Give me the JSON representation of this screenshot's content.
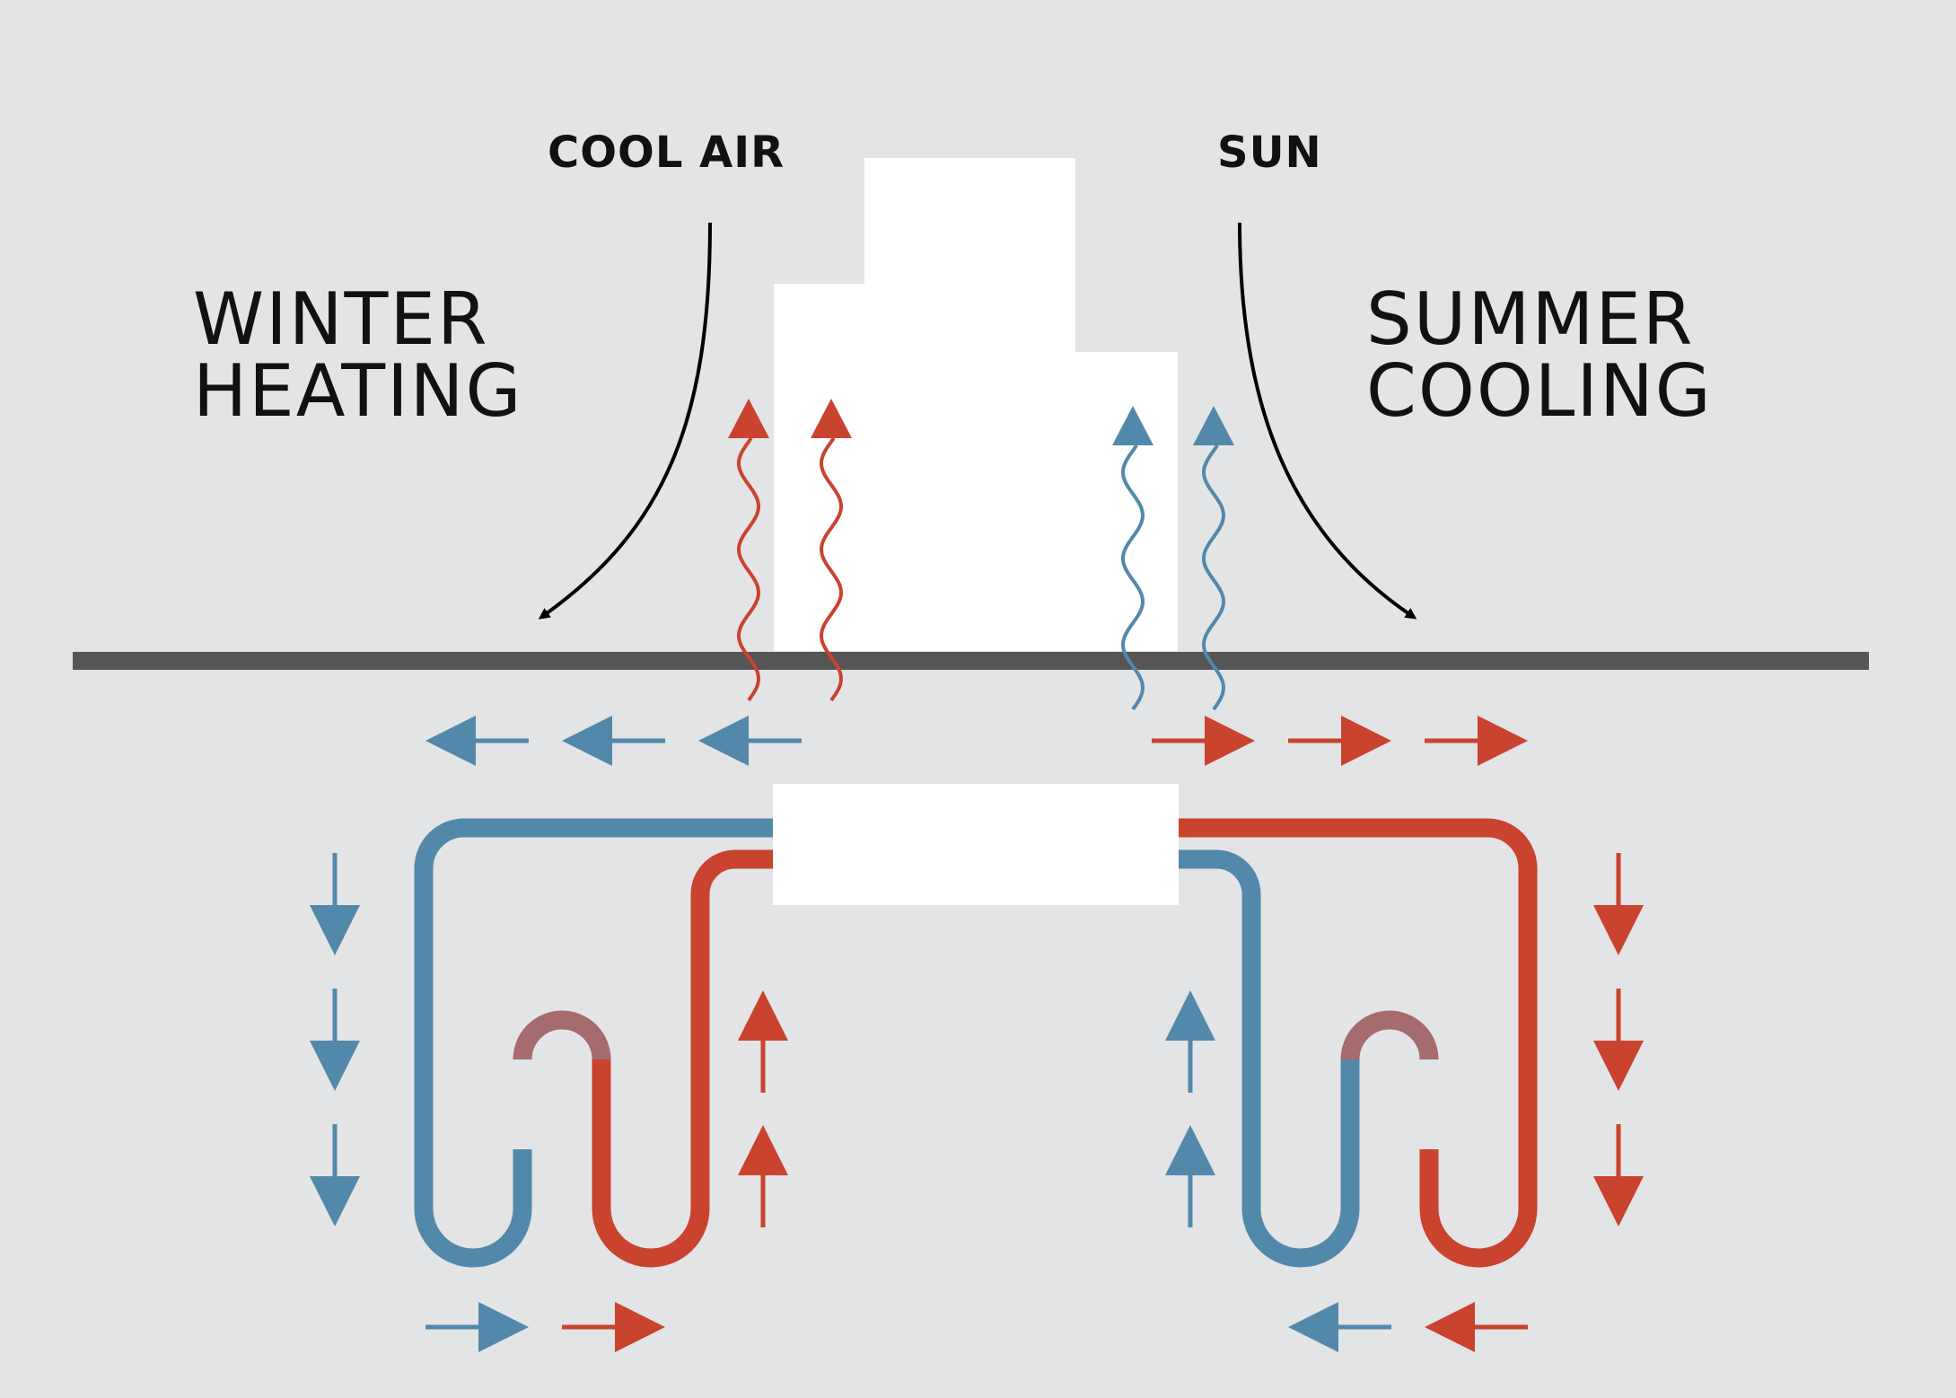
{
  "labels": {
    "cool_air": "COOL AIR",
    "sun": "SUN",
    "winter_line1": "WINTER",
    "winter_line2": "HEATING",
    "summer_line1": "SUMMER",
    "summer_line2": "COOLING"
  },
  "colors": {
    "background": "#e3e4e5",
    "cool": "#5289ab",
    "warm": "#c9432f",
    "ground": "#555555",
    "building": "#ffffff",
    "ink": "#111111"
  }
}
